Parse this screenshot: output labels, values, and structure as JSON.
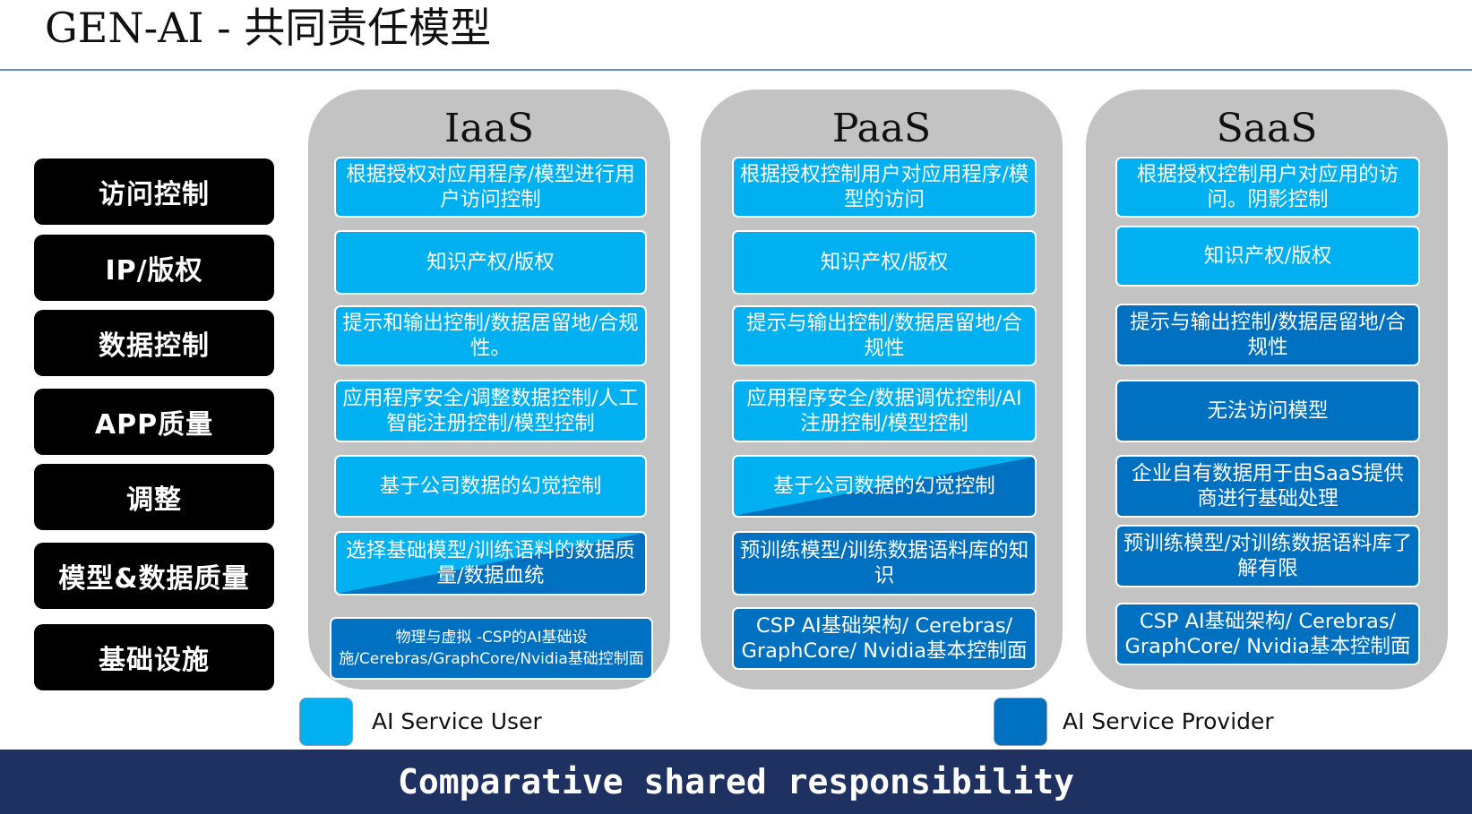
{
  "title": "GEN-AI - 共同责任模型",
  "rows": [
    "访问控制",
    "IP/版权",
    "数据控制",
    "APP质量",
    "调整",
    "模型&数据质量",
    "基础设施"
  ],
  "columns": [
    {
      "name": "IaaS",
      "cells": [
        "根据授权对应用程序/模型进行用户访问控制",
        "知识产权/版权",
        "提示和输出控制/数据居留地/合规性。",
        "应用程序安全/调整数据控制/人工智能注册控制/模型控制",
        "基于公司数据的幻觉控制",
        "选择基础模型/训练语料的数据质量/数据血统",
        "物理与虚拟 -CSP的AI基础设施/Cerebras/GraphCore/Nvidia基础控制面"
      ]
    },
    {
      "name": "PaaS",
      "cells": [
        "根据授权控制用户对应用程序/模型的访问",
        "知识产权/版权",
        "提示与输出控制/数据居留地/合规性",
        "应用程序安全/数据调优控制/AI注册控制/模型控制",
        "基于公司数据的幻觉控制",
        "预训练模型/训练数据语料库的知识",
        "CSP AI基础架构/ Cerebras/ GraphCore/ Nvidia基本控制面"
      ]
    },
    {
      "name": "SaaS",
      "cells": [
        "根据授权控制用户对应用的访问。阴影控制",
        "知识产权/版权",
        "提示与输出控制/数据居留地/合规性",
        "无法访问模型",
        "企业自有数据用于由SaaS提供商进行基础处理",
        "预训练模型/对训练数据语料库了解有限",
        "CSP AI基础架构/ Cerebras/ GraphCore/ Nvidia基本控制面"
      ]
    }
  ],
  "legend": {
    "user": "AI Service User",
    "provider": "AI Service Provider"
  },
  "colors": {
    "user": "#00b0f0",
    "provider": "#0070c0",
    "footer": "#1f3160"
  },
  "footer": "Comparative shared responsibility"
}
